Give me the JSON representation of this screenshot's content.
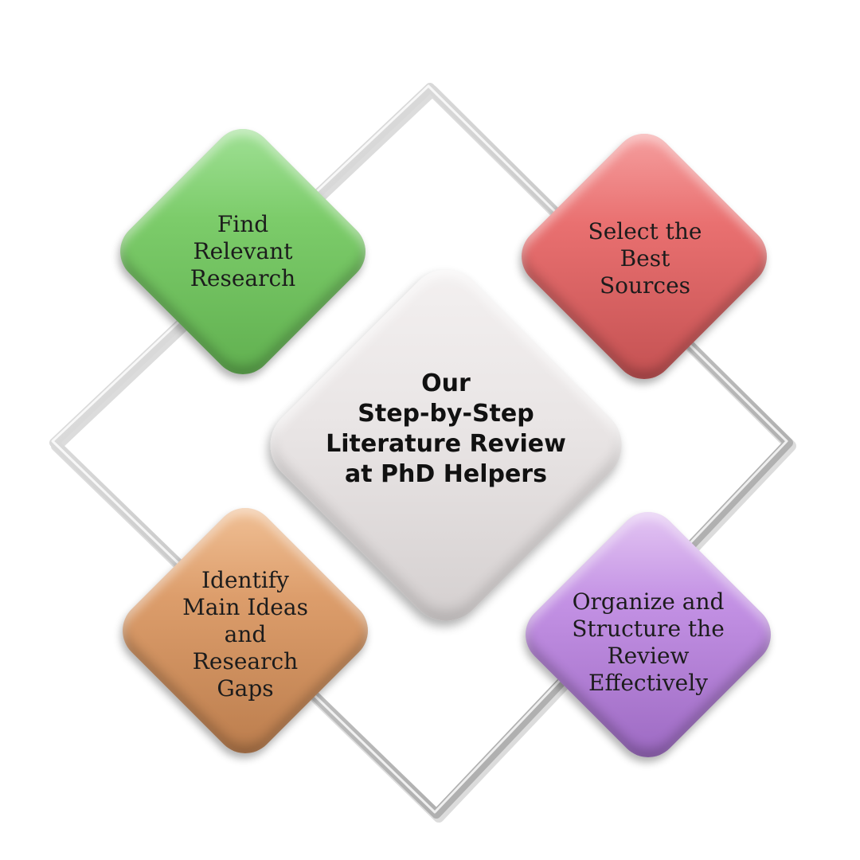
{
  "diagram": {
    "center": {
      "lines": "Our\nStep-by-Step\nLiterature Review\nat PhD Helpers"
    },
    "steps": [
      {
        "text": "Find\nRelevant\nResearch",
        "color": "#7ccc6a"
      },
      {
        "text": "Select the\nBest\nSources",
        "color": "#e97070"
      },
      {
        "text": "Identify\nMain Ideas\nand\nResearch\nGaps",
        "color": "#dc9d6b"
      },
      {
        "text": "Organize and\nStructure the\nReview\nEffectively",
        "color": "#c391e4"
      }
    ],
    "center_color": "#e9e5e5",
    "frame_color": "#c8c8c8"
  }
}
